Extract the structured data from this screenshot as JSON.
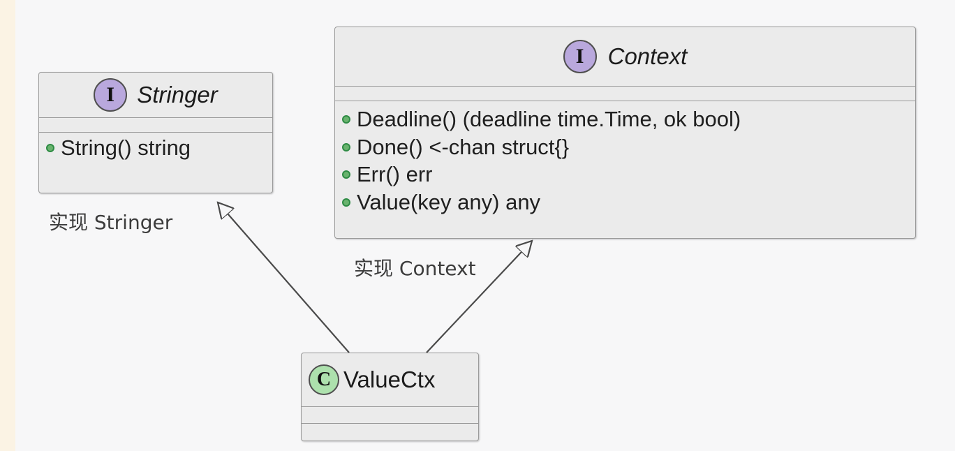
{
  "diagram": {
    "type": "uml-class-diagram",
    "background_color": "#f7f7f8",
    "gutter_color": "#fbf3e4",
    "node_fill": "#ebebeb",
    "node_border": "#9a9a9a",
    "interface_badge_color": "#b9a8dd",
    "class_badge_color": "#ade1ad",
    "member_dot_color": "#69b36e",
    "connector_color": "#4a4a4a"
  },
  "nodes": {
    "stringer": {
      "stereotype_letter": "I",
      "stereotype_kind": "interface",
      "name": "Stringer",
      "members": [
        {
          "visibility_dot": "public",
          "signature": "String() string"
        }
      ]
    },
    "context": {
      "stereotype_letter": "I",
      "stereotype_kind": "interface",
      "name": "Context",
      "members": [
        {
          "visibility_dot": "public",
          "signature": "Deadline() (deadline time.Time, ok bool)"
        },
        {
          "visibility_dot": "public",
          "signature": "Done() <-chan struct{}"
        },
        {
          "visibility_dot": "public",
          "signature": "Err() err"
        },
        {
          "visibility_dot": "public",
          "signature": "Value(key any) any"
        }
      ]
    },
    "valuectx": {
      "stereotype_letter": "C",
      "stereotype_kind": "class",
      "name": "ValueCtx",
      "members": []
    }
  },
  "edges": [
    {
      "id": "valuectx-implements-stringer",
      "from": "valuectx",
      "to": "stringer",
      "kind": "realization",
      "label": "实现 Stringer"
    },
    {
      "id": "valuectx-implements-context",
      "from": "valuectx",
      "to": "context",
      "kind": "realization",
      "label": "实现 Context"
    }
  ]
}
